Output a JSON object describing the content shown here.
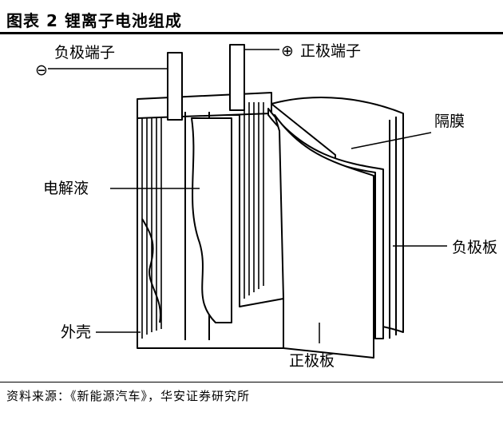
{
  "figure": {
    "title": "图表 2 锂离子电池组成",
    "source": "资料来源：《新能源汽车》，华安证券研究所"
  },
  "labels": {
    "negative_terminal": "负极端子",
    "positive_terminal": "正极端子",
    "separator": "隔膜",
    "electrolyte": "电解液",
    "negative_plate": "负极板",
    "casing": "外壳",
    "positive_plate": "正极板"
  },
  "symbols": {
    "minus": "⊖",
    "plus": "⊕"
  }
}
